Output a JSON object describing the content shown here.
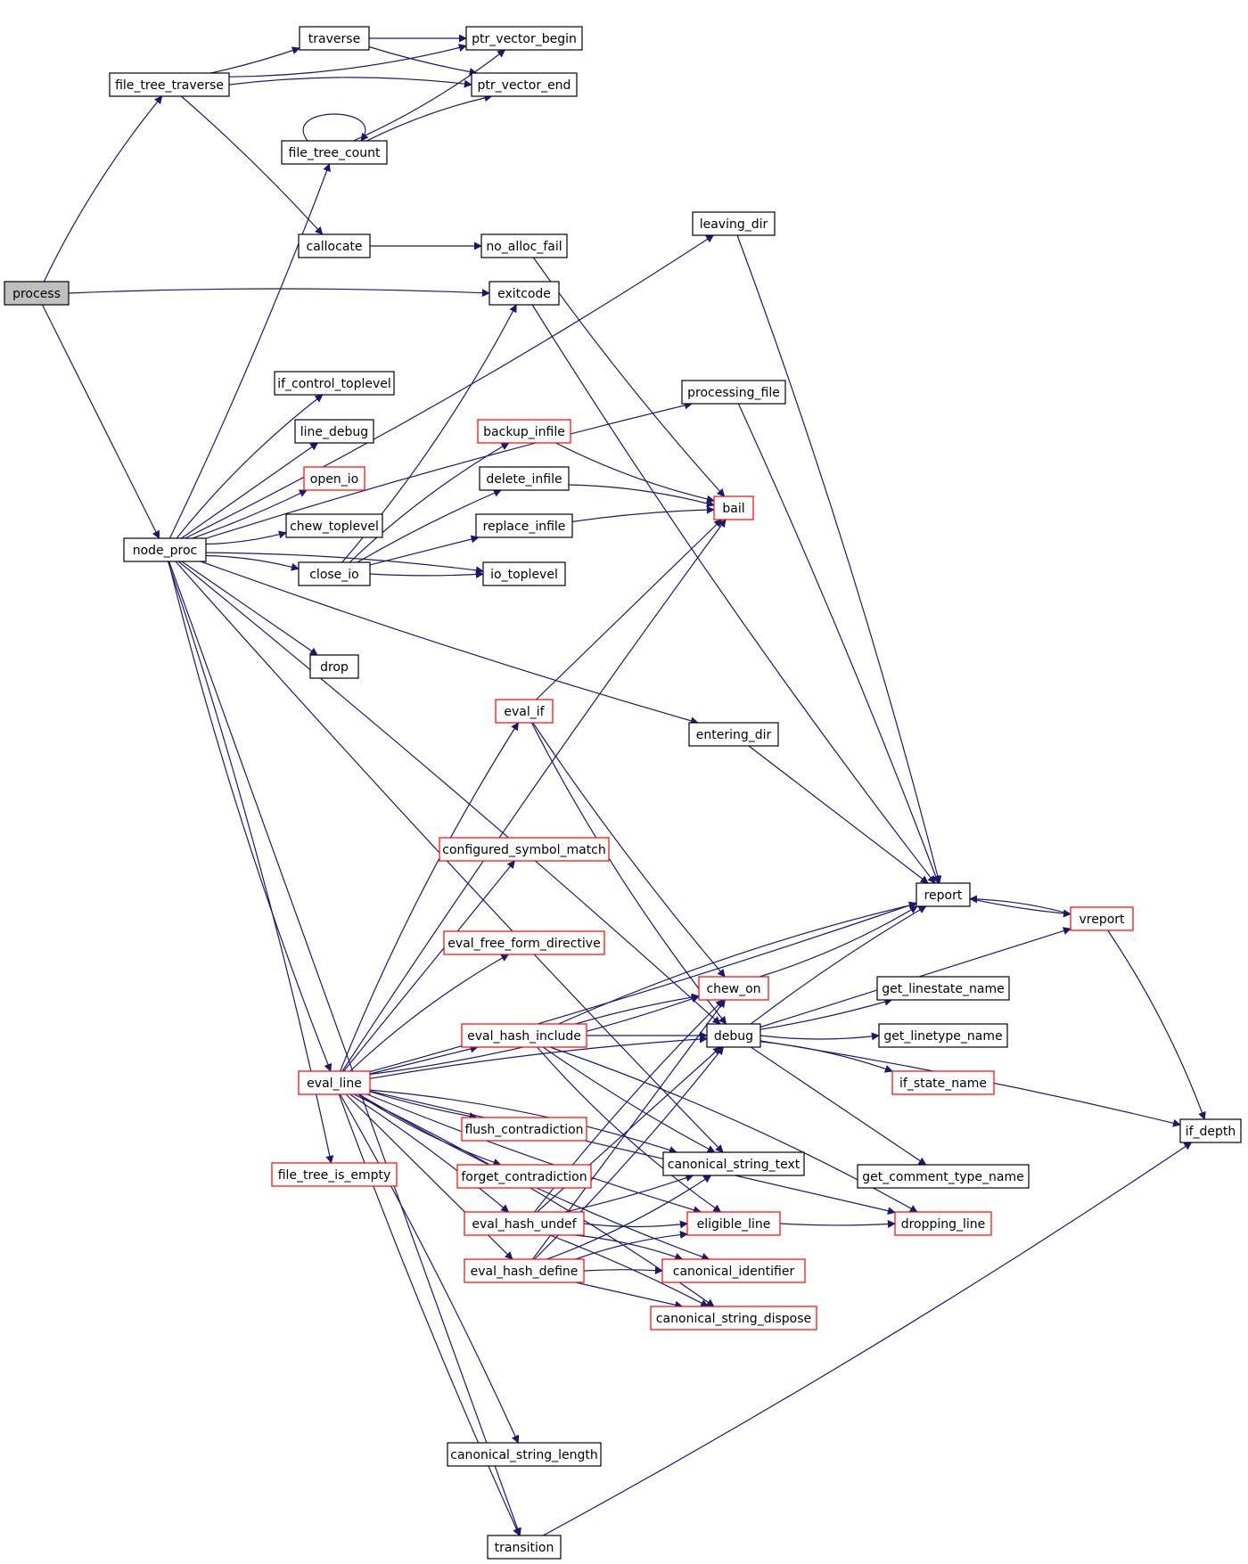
{
  "diagram": {
    "type": "call-graph",
    "colors": {
      "edge": "#191970",
      "root_fill": "#bfbfbf",
      "node_border": "#000000",
      "incomplete_border": "#ff0000"
    },
    "nodes": [
      {
        "id": "process",
        "label": "process",
        "style": "root"
      },
      {
        "id": "file_tree_traverse",
        "label": "file_tree_traverse",
        "style": "normal"
      },
      {
        "id": "traverse",
        "label": "traverse",
        "style": "normal"
      },
      {
        "id": "ptr_vector_begin",
        "label": "ptr_vector_begin",
        "style": "normal"
      },
      {
        "id": "ptr_vector_end",
        "label": "ptr_vector_end",
        "style": "normal"
      },
      {
        "id": "file_tree_count",
        "label": "file_tree_count",
        "style": "normal"
      },
      {
        "id": "leaving_dir",
        "label": "leaving_dir",
        "style": "normal"
      },
      {
        "id": "callocate",
        "label": "callocate",
        "style": "normal"
      },
      {
        "id": "no_alloc_fail",
        "label": "no_alloc_fail",
        "style": "normal"
      },
      {
        "id": "exitcode",
        "label": "exitcode",
        "style": "normal"
      },
      {
        "id": "if_control_toplevel",
        "label": "if_control_toplevel",
        "style": "normal"
      },
      {
        "id": "processing_file",
        "label": "processing_file",
        "style": "normal"
      },
      {
        "id": "line_debug",
        "label": "line_debug",
        "style": "normal"
      },
      {
        "id": "backup_infile",
        "label": "backup_infile",
        "style": "red"
      },
      {
        "id": "open_io",
        "label": "open_io",
        "style": "red"
      },
      {
        "id": "delete_infile",
        "label": "delete_infile",
        "style": "normal"
      },
      {
        "id": "bail",
        "label": "bail",
        "style": "red"
      },
      {
        "id": "chew_toplevel",
        "label": "chew_toplevel",
        "style": "normal"
      },
      {
        "id": "replace_infile",
        "label": "replace_infile",
        "style": "normal"
      },
      {
        "id": "node_proc",
        "label": "node_proc",
        "style": "normal"
      },
      {
        "id": "close_io",
        "label": "close_io",
        "style": "normal"
      },
      {
        "id": "io_toplevel",
        "label": "io_toplevel",
        "style": "normal"
      },
      {
        "id": "drop",
        "label": "drop",
        "style": "normal"
      },
      {
        "id": "eval_if",
        "label": "eval_if",
        "style": "red"
      },
      {
        "id": "entering_dir",
        "label": "entering_dir",
        "style": "normal"
      },
      {
        "id": "configured_symbol_match",
        "label": "configured_symbol_match",
        "style": "red"
      },
      {
        "id": "report",
        "label": "report",
        "style": "normal"
      },
      {
        "id": "vreport",
        "label": "vreport",
        "style": "red"
      },
      {
        "id": "eval_free_form_directive",
        "label": "eval_free_form_directive",
        "style": "red"
      },
      {
        "id": "chew_on",
        "label": "chew_on",
        "style": "red"
      },
      {
        "id": "get_linestate_name",
        "label": "get_linestate_name",
        "style": "normal"
      },
      {
        "id": "eval_hash_include",
        "label": "eval_hash_include",
        "style": "red"
      },
      {
        "id": "debug",
        "label": "debug",
        "style": "normal"
      },
      {
        "id": "get_linetype_name",
        "label": "get_linetype_name",
        "style": "normal"
      },
      {
        "id": "eval_line",
        "label": "eval_line",
        "style": "red"
      },
      {
        "id": "if_state_name",
        "label": "if_state_name",
        "style": "red"
      },
      {
        "id": "if_depth",
        "label": "if_depth",
        "style": "normal"
      },
      {
        "id": "flush_contradiction",
        "label": "flush_contradiction",
        "style": "red"
      },
      {
        "id": "canonical_string_text",
        "label": "canonical_string_text",
        "style": "normal"
      },
      {
        "id": "file_tree_is_empty",
        "label": "file_tree_is_empty",
        "style": "red"
      },
      {
        "id": "forget_contradiction",
        "label": "forget_contradiction",
        "style": "red"
      },
      {
        "id": "get_comment_type_name",
        "label": "get_comment_type_name",
        "style": "normal"
      },
      {
        "id": "eval_hash_undef",
        "label": "eval_hash_undef",
        "style": "red"
      },
      {
        "id": "eligible_line",
        "label": "eligible_line",
        "style": "red"
      },
      {
        "id": "dropping_line",
        "label": "dropping_line",
        "style": "red"
      },
      {
        "id": "eval_hash_define",
        "label": "eval_hash_define",
        "style": "red"
      },
      {
        "id": "canonical_identifier",
        "label": "canonical_identifier",
        "style": "red"
      },
      {
        "id": "canonical_string_dispose",
        "label": "canonical_string_dispose",
        "style": "red"
      },
      {
        "id": "canonical_string_length",
        "label": "canonical_string_length",
        "style": "normal"
      },
      {
        "id": "transition",
        "label": "transition",
        "style": "normal"
      }
    ],
    "edges": [
      [
        "process",
        "file_tree_traverse"
      ],
      [
        "process",
        "exitcode"
      ],
      [
        "process",
        "node_proc"
      ],
      [
        "file_tree_traverse",
        "traverse"
      ],
      [
        "file_tree_traverse",
        "ptr_vector_begin"
      ],
      [
        "file_tree_traverse",
        "ptr_vector_end"
      ],
      [
        "file_tree_traverse",
        "callocate"
      ],
      [
        "traverse",
        "ptr_vector_begin"
      ],
      [
        "traverse",
        "ptr_vector_end"
      ],
      [
        "file_tree_count",
        "ptr_vector_begin"
      ],
      [
        "file_tree_count",
        "ptr_vector_end"
      ],
      [
        "file_tree_count",
        "file_tree_count"
      ],
      [
        "callocate",
        "no_alloc_fail"
      ],
      [
        "no_alloc_fail",
        "bail"
      ],
      [
        "exitcode",
        "report"
      ],
      [
        "leaving_dir",
        "report"
      ],
      [
        "processing_file",
        "report"
      ],
      [
        "entering_dir",
        "report"
      ],
      [
        "node_proc",
        "file_tree_count"
      ],
      [
        "node_proc",
        "leaving_dir"
      ],
      [
        "node_proc",
        "if_control_toplevel"
      ],
      [
        "node_proc",
        "processing_file"
      ],
      [
        "node_proc",
        "line_debug"
      ],
      [
        "node_proc",
        "open_io"
      ],
      [
        "node_proc",
        "chew_toplevel"
      ],
      [
        "node_proc",
        "close_io"
      ],
      [
        "node_proc",
        "io_toplevel"
      ],
      [
        "node_proc",
        "drop"
      ],
      [
        "node_proc",
        "entering_dir"
      ],
      [
        "node_proc",
        "eval_line"
      ],
      [
        "node_proc",
        "file_tree_is_empty"
      ],
      [
        "node_proc",
        "debug"
      ],
      [
        "node_proc",
        "transition"
      ],
      [
        "node_proc",
        "canonical_string_text"
      ],
      [
        "close_io",
        "exitcode"
      ],
      [
        "close_io",
        "backup_infile"
      ],
      [
        "close_io",
        "delete_infile"
      ],
      [
        "close_io",
        "replace_infile"
      ],
      [
        "close_io",
        "io_toplevel"
      ],
      [
        "backup_infile",
        "bail"
      ],
      [
        "delete_infile",
        "bail"
      ],
      [
        "replace_infile",
        "bail"
      ],
      [
        "eval_if",
        "bail"
      ],
      [
        "eval_if",
        "chew_on"
      ],
      [
        "eval_if",
        "debug"
      ],
      [
        "eval_line",
        "eval_if"
      ],
      [
        "eval_line",
        "bail"
      ],
      [
        "eval_line",
        "configured_symbol_match"
      ],
      [
        "eval_line",
        "report"
      ],
      [
        "eval_line",
        "chew_on"
      ],
      [
        "eval_line",
        "eval_free_form_directive"
      ],
      [
        "eval_line",
        "debug"
      ],
      [
        "eval_line",
        "eval_hash_include"
      ],
      [
        "eval_line",
        "flush_contradiction"
      ],
      [
        "eval_line",
        "forget_contradiction"
      ],
      [
        "eval_line",
        "canonical_string_text"
      ],
      [
        "eval_line",
        "eval_hash_undef"
      ],
      [
        "eval_line",
        "eval_hash_define"
      ],
      [
        "eval_line",
        "eligible_line"
      ],
      [
        "eval_line",
        "canonical_identifier"
      ],
      [
        "eval_line",
        "canonical_string_dispose"
      ],
      [
        "eval_line",
        "canonical_string_length"
      ],
      [
        "eval_line",
        "dropping_line"
      ],
      [
        "eval_line",
        "transition"
      ],
      [
        "chew_on",
        "report"
      ],
      [
        "eval_hash_include",
        "report"
      ],
      [
        "eval_hash_include",
        "chew_on"
      ],
      [
        "eval_hash_include",
        "debug"
      ],
      [
        "eval_hash_include",
        "canonical_string_text"
      ],
      [
        "eval_hash_include",
        "eligible_line"
      ],
      [
        "eval_hash_include",
        "dropping_line"
      ],
      [
        "debug",
        "report"
      ],
      [
        "debug",
        "vreport"
      ],
      [
        "debug",
        "get_linestate_name"
      ],
      [
        "debug",
        "get_linetype_name"
      ],
      [
        "debug",
        "if_state_name"
      ],
      [
        "debug",
        "if_depth"
      ],
      [
        "debug",
        "get_comment_type_name"
      ],
      [
        "report",
        "vreport"
      ],
      [
        "vreport",
        "report"
      ],
      [
        "vreport",
        "if_depth"
      ],
      [
        "eval_hash_undef",
        "chew_on"
      ],
      [
        "eval_hash_undef",
        "debug"
      ],
      [
        "eval_hash_undef",
        "canonical_string_text"
      ],
      [
        "eval_hash_undef",
        "eligible_line"
      ],
      [
        "eval_hash_undef",
        "canonical_identifier"
      ],
      [
        "eval_hash_undef",
        "canonical_string_dispose"
      ],
      [
        "eval_hash_define",
        "chew_on"
      ],
      [
        "eval_hash_define",
        "debug"
      ],
      [
        "eval_hash_define",
        "canonical_string_text"
      ],
      [
        "eval_hash_define",
        "eligible_line"
      ],
      [
        "eval_hash_define",
        "canonical_identifier"
      ],
      [
        "eval_hash_define",
        "canonical_string_dispose"
      ],
      [
        "eligible_line",
        "dropping_line"
      ],
      [
        "transition",
        "if_depth"
      ]
    ]
  }
}
